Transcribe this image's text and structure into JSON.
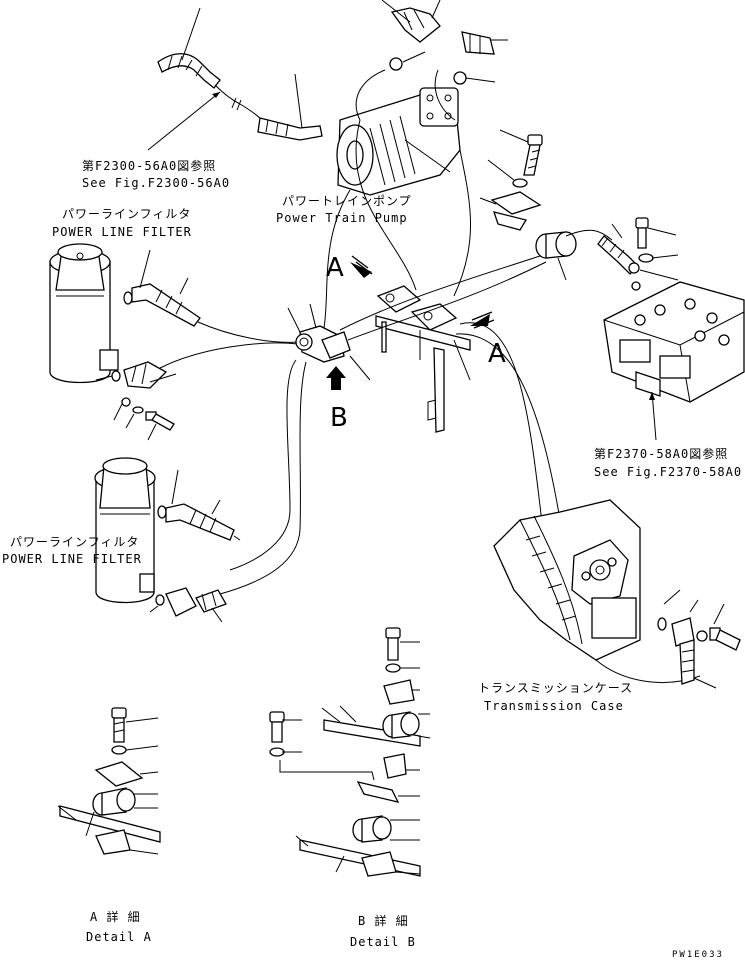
{
  "labels": {
    "fig_2300_jp": "第F2300-56A0図参照",
    "fig_2300_en": "See Fig.F2300-56A0",
    "pump_jp": "パワートレインポンプ",
    "pump_en": "Power Train Pump",
    "filter1_jp": "パワーラインフィルタ",
    "filter1_en": "POWER LINE FILTER",
    "filter2_jp": "パワーラインフィルタ",
    "filter2_en": "POWER LINE FILTER",
    "fig_2370_jp": "第F2370-58A0図参照",
    "fig_2370_en": "See Fig.F2370-58A0",
    "case_jp": "トランスミッションケース",
    "case_en": "Transmission Case",
    "arrow_a1": "A",
    "arrow_a2": "A",
    "arrow_b": "B",
    "detail_a_jp": "A 詳 細",
    "detail_a_en": "Detail A",
    "detail_b_jp": "B 詳 細",
    "detail_b_en": "Detail B",
    "drawing_code": "PW1E033"
  }
}
